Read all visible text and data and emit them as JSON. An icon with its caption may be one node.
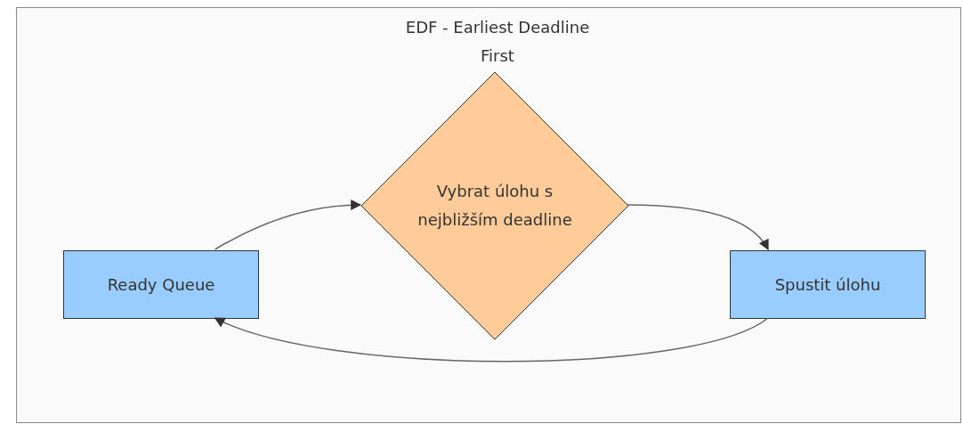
{
  "diagram": {
    "nodes": [
      {
        "text": [
          "EDF - Earliest Deadline First"
        ]
      },
      {
        "text": [
          "Ready Queue"
        ],
        "in": 0
      },
      {
        "text": [
          "Vybrat úlohu s nejbližším deadline"
        ],
        "in": 0
      },
      {
        "text": [
          "Spustit úlohu"
        ],
        "in": 0
      }
    ],
    "edges": [
      {
        "from": 1,
        "to": 2,
        "arrow": "to"
      },
      {
        "from": 2,
        "to": 3,
        "arrow": "to"
      },
      {
        "from": 3,
        "to": 1,
        "arrow": "to"
      }
    ]
  }
}
